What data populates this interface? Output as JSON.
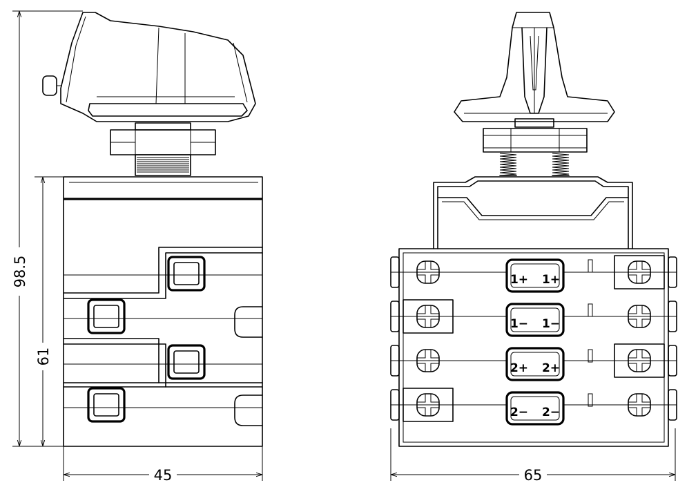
{
  "dimensions": {
    "overall_height": "98.5",
    "body_height": "61",
    "body_width": "45",
    "rear_width": "65"
  },
  "terminals": [
    {
      "left": "1+",
      "right": "1+"
    },
    {
      "left": "1−",
      "right": "1−"
    },
    {
      "left": "2+",
      "right": "2+"
    },
    {
      "left": "2−",
      "right": "2−"
    }
  ]
}
